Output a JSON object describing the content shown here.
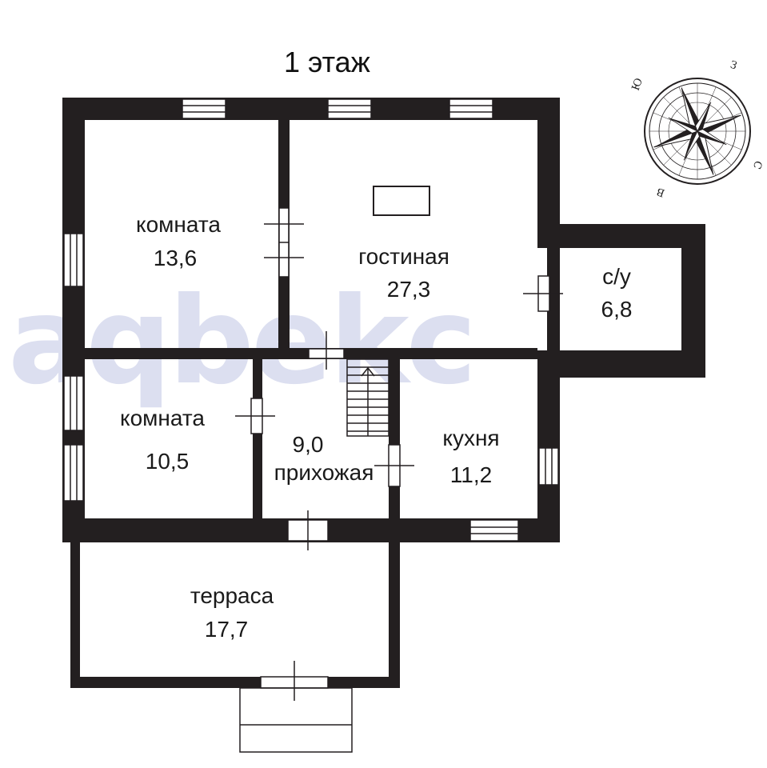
{
  "title": "1 этаж",
  "watermark": "aqbekc",
  "compass": {
    "letters": [
      "Ю",
      "З",
      "С",
      "В"
    ]
  },
  "rooms": [
    {
      "id": "room1",
      "name": "комната",
      "area": "13,6"
    },
    {
      "id": "living",
      "name": "гостиная",
      "area": "27,3"
    },
    {
      "id": "wc",
      "name": "с/у",
      "area": "6,8"
    },
    {
      "id": "room2",
      "name": "комната",
      "area": "10,5"
    },
    {
      "id": "hall",
      "name": "прихожая",
      "area": "9,0"
    },
    {
      "id": "kitchen",
      "name": "кухня",
      "area": "11,2"
    },
    {
      "id": "terrace",
      "name": "терраса",
      "area": "17,7"
    }
  ],
  "colors": {
    "wall": "#231f20",
    "watermark": "#dcdff0",
    "background": "#ffffff"
  }
}
